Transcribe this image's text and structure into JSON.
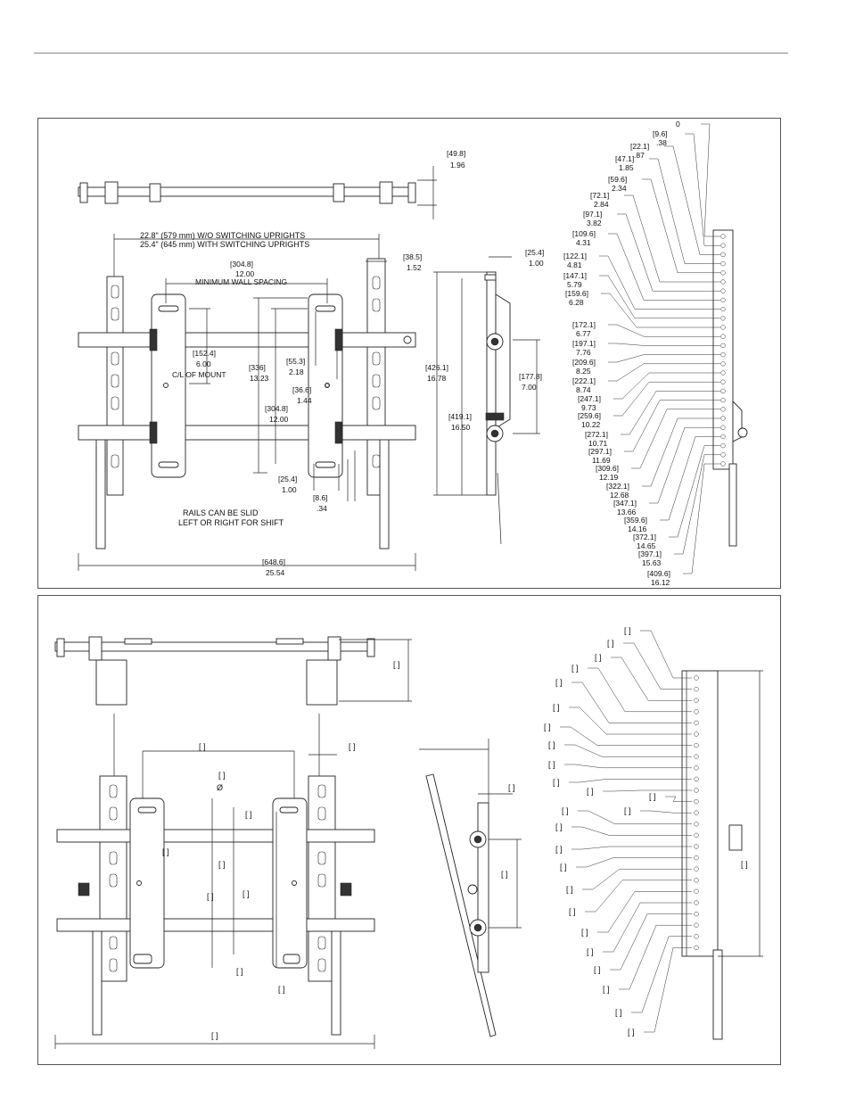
{
  "top_panel": {
    "dims": {
      "depth_mm": "[49.8]",
      "depth_in": "1.96",
      "width_note_1": "22.8\" (579 mm) W/O SWITCHING UPRIGHTS",
      "width_note_2": "25.4\" (645 mm) WITH SWITCHING UPRIGHTS",
      "upright_mm": "[38.5]",
      "upright_in": "1.52",
      "side_depth_mm": "[25.4]",
      "side_depth_in": "1.00",
      "wall_mm": "[304.8]",
      "wall_in": "12.00",
      "wall_note": "MINIMUM WALL SPACING",
      "cl_mm": "[152.4]",
      "cl_in": "6.00",
      "cl_note": "C/L OF MOUNT",
      "h336_mm": "[336]",
      "h336_in": "13.23",
      "s553_mm": "[55.3]",
      "s553_in": "2.18",
      "s366_mm": "[36.6]",
      "s366_in": "1.44",
      "h3048_mm": "[304.8]",
      "h3048_in": "12.00",
      "b254_mm": "[25.4]",
      "b254_in": "1.00",
      "b86_mm": "[8.6]",
      "b86_in": ".34",
      "rails_note_1": "RAILS CAN BE SLID",
      "rails_note_2": "LEFT OR RIGHT FOR SHIFT",
      "overall_mm": "[648.6]",
      "overall_in": "25.54",
      "side_h1_mm": "[426.1]",
      "side_h1_in": "16.78",
      "side_h2_mm": "[419.1]",
      "side_h2_in": "16.50",
      "side_h3_mm": "[177.8]",
      "side_h3_in": "7.00"
    },
    "hole_positions": [
      {
        "mm": "0",
        "in": ""
      },
      {
        "mm": "[9.6]",
        "in": ".38"
      },
      {
        "mm": "[22.1]",
        "in": ".87"
      },
      {
        "mm": "[47.1]",
        "in": "1.85"
      },
      {
        "mm": "[59.6]",
        "in": "2.34"
      },
      {
        "mm": "[72.1]",
        "in": "2.84"
      },
      {
        "mm": "[97.1]",
        "in": "3.82"
      },
      {
        "mm": "[109.6]",
        "in": "4.31"
      },
      {
        "mm": "[122.1]",
        "in": "4.81"
      },
      {
        "mm": "[147.1]",
        "in": "5.79"
      },
      {
        "mm": "[159.6]",
        "in": "6.28"
      },
      {
        "mm": "[172.1]",
        "in": "6.77"
      },
      {
        "mm": "[197.1]",
        "in": "7.76"
      },
      {
        "mm": "[209.6]",
        "in": "8.25"
      },
      {
        "mm": "[222.1]",
        "in": "8.74"
      },
      {
        "mm": "[247.1]",
        "in": "9.73"
      },
      {
        "mm": "[259.6]",
        "in": "10.22"
      },
      {
        "mm": "[272.1]",
        "in": "10.71"
      },
      {
        "mm": "[297.1]",
        "in": "11.69"
      },
      {
        "mm": "[309.6]",
        "in": "12.19"
      },
      {
        "mm": "[322.1]",
        "in": "12.68"
      },
      {
        "mm": "[347.1]",
        "in": "13.66"
      },
      {
        "mm": "[359.6]",
        "in": "14.16"
      },
      {
        "mm": "[372.1]",
        "in": "14.65"
      },
      {
        "mm": "[397.1]",
        "in": "15.63"
      },
      {
        "mm": "[409.6]",
        "in": "16.12"
      }
    ]
  },
  "bottom_panel": {
    "bracket_label": "[ ]",
    "diameter_symbol": "Ø"
  }
}
